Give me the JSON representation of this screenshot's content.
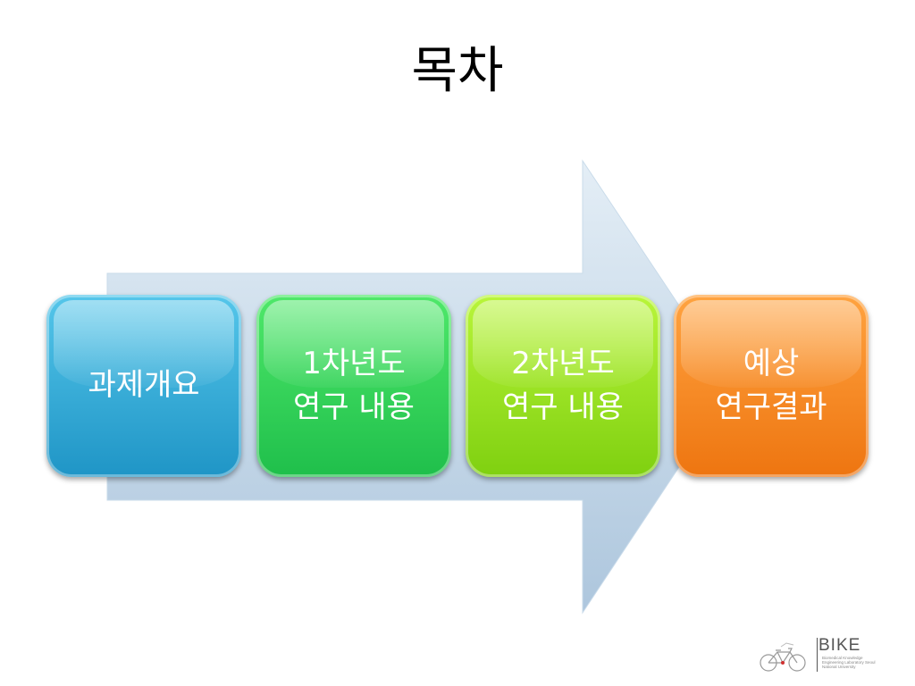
{
  "slide": {
    "title": "목차"
  },
  "steps": [
    {
      "line1": "과제개요",
      "line2": "",
      "color": "#2aa8d8"
    },
    {
      "line1": "1차년도",
      "line2": "연구 내용",
      "color": "#2cd155"
    },
    {
      "line1": "2차년도",
      "line2": "연구 내용",
      "color": "#96de1c"
    },
    {
      "line1": "예상",
      "line2": "연구결과",
      "color": "#f5861f"
    }
  ],
  "logo": {
    "name": "BIKE",
    "subtitle": "Biomedical Knowledge Engineering Laboratory Seoul National University",
    "icon": "bicycle-icon"
  },
  "colors": {
    "arrow_light": "#dde9f3",
    "arrow_dark": "#b4cbe0"
  }
}
